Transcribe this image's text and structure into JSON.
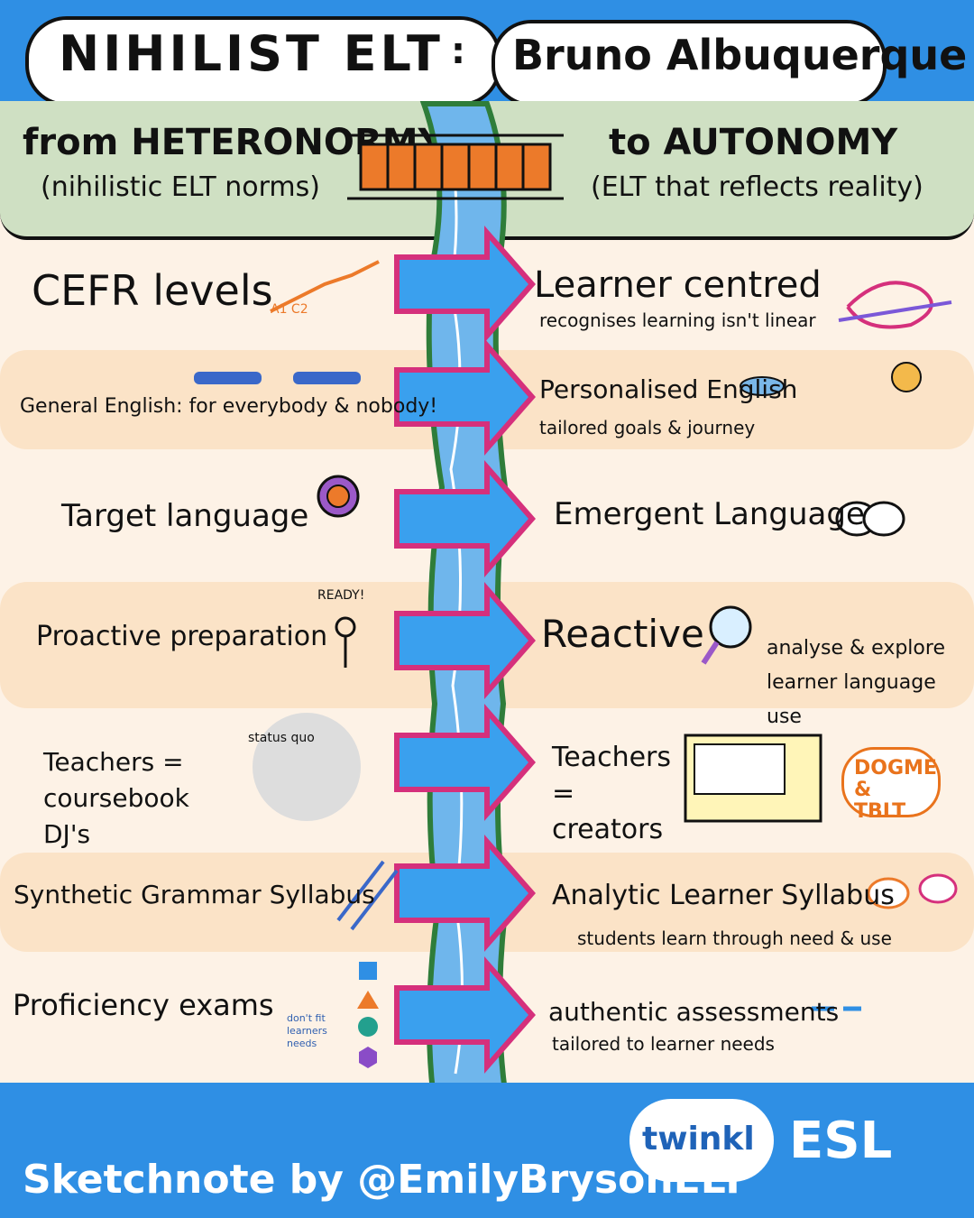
{
  "header": {
    "title": "NIHILIST ELT",
    "separator": ":",
    "author": "Bruno Albuquerque"
  },
  "band": {
    "left_title": "from HETERONORMY",
    "left_sub": "(nihilistic ELT norms)",
    "right_title": "to AUTONOMY",
    "right_sub": "(ELT that reflects reality)"
  },
  "rows": [
    {
      "left": "CEFR levels",
      "left_extra": "A1 C2",
      "right": "Learner centred",
      "right_sub": "recognises learning isn't linear"
    },
    {
      "left": "General English: for everybody & nobody!",
      "right": "Personalised English",
      "right_sub": "tailored goals & journey"
    },
    {
      "left": "Target language",
      "right": "Emergent Language",
      "right_sub": ""
    },
    {
      "left": "Proactive preparation",
      "left_extra": "READY!",
      "right": "Reactive",
      "right_sub": "analyse & explore learner language use"
    },
    {
      "left": "Teachers = coursebook DJ's",
      "left_extra": "status quo",
      "right": "Teachers = creators",
      "right_badge": "DOGME & TBLT"
    },
    {
      "left": "Synthetic Grammar Syllabus",
      "right": "Analytic Learner Syllabus",
      "right_sub": "students learn through need & use"
    },
    {
      "left": "Proficiency exams",
      "left_extra": "don't fit learners needs",
      "right": "authentic assessments",
      "right_sub": "tailored to learner needs"
    }
  ],
  "footer": {
    "credit": "Sketchnote by @EmilyBrysonELT",
    "brand": "twinkl",
    "brand2": "ESL"
  },
  "colors": {
    "blue": "#2f8fe4",
    "pink_arrow_border": "#d5307c",
    "arrow_fill": "#3aa0ee",
    "river": "#6fb6ec",
    "bridge": "#ec7a2a"
  }
}
